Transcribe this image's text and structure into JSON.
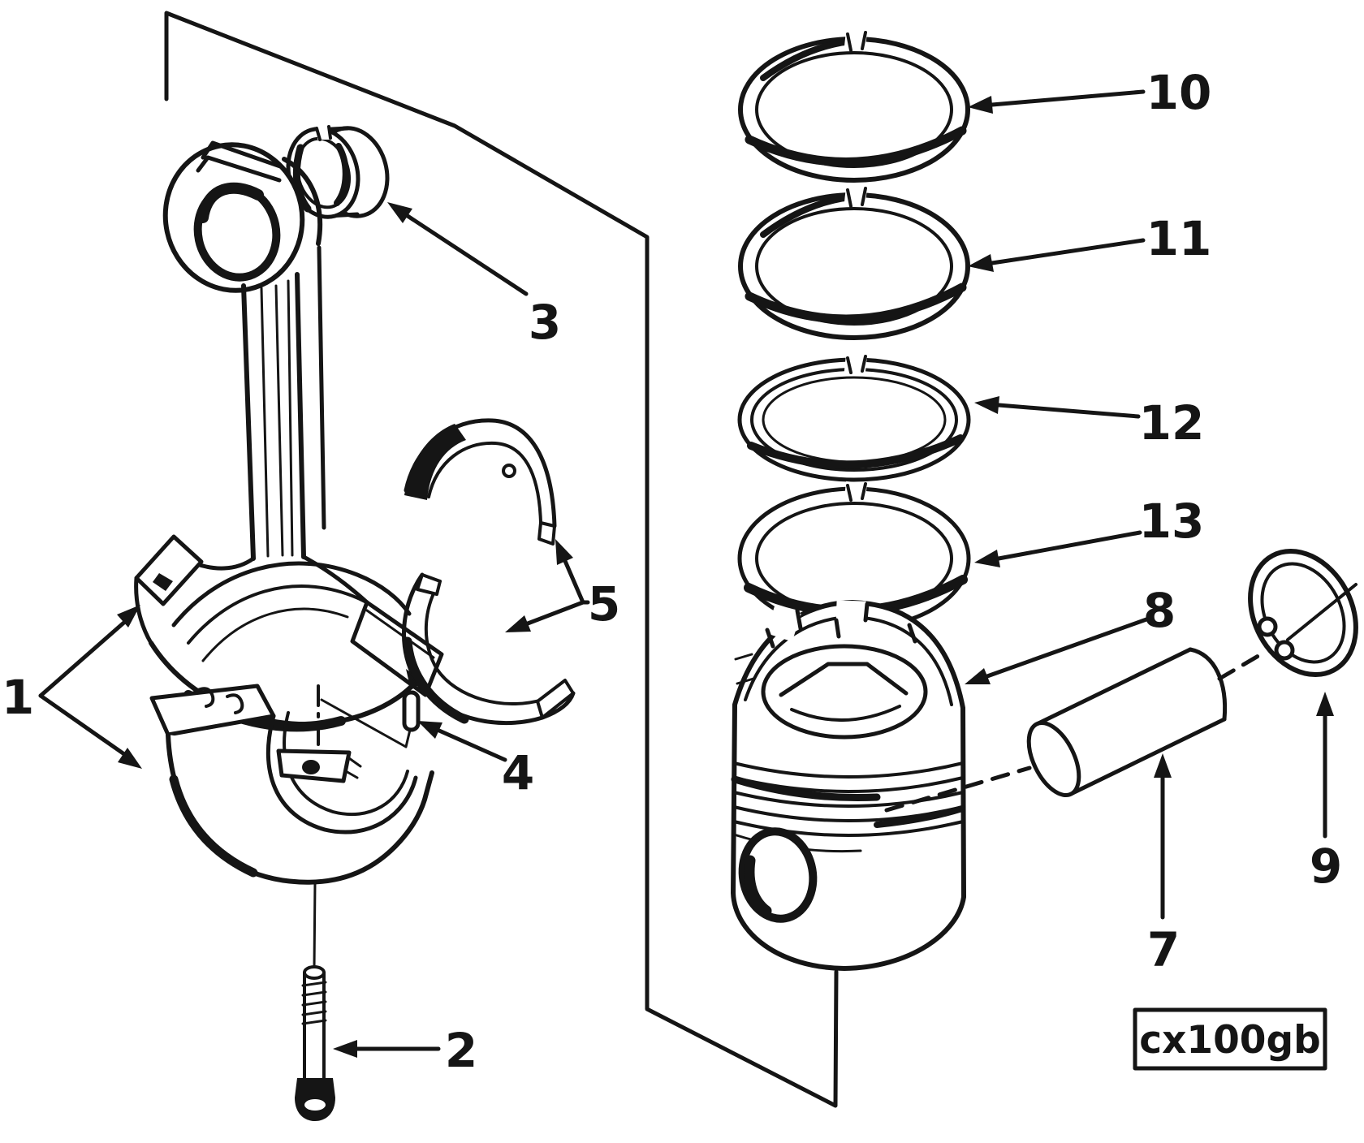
{
  "figure": {
    "background_color": "#ffffff",
    "ink_color": "#151515"
  },
  "callouts": [
    {
      "label": "1"
    },
    {
      "label": "2"
    },
    {
      "label": "3"
    },
    {
      "label": "4"
    },
    {
      "label": "5"
    },
    {
      "label": "7"
    },
    {
      "label": "8"
    },
    {
      "label": "9"
    },
    {
      "label": "10"
    },
    {
      "label": "11"
    },
    {
      "label": "12"
    },
    {
      "label": "13"
    }
  ],
  "code_plate": {
    "text": "cx100gb"
  }
}
